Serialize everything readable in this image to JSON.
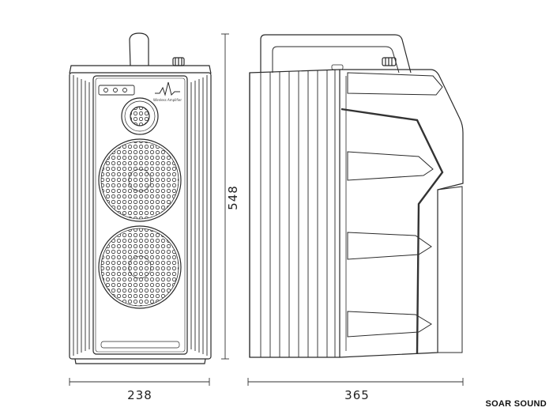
{
  "dimensions": {
    "width": "238",
    "height": "548",
    "depth": "365"
  },
  "front_panel": {
    "logo_caption": "Wireless Amplifier"
  },
  "brand": "SOAR SOUND",
  "colors": {
    "line": "#2a2a2a",
    "handle_line": "#333333",
    "background": "#ffffff"
  }
}
